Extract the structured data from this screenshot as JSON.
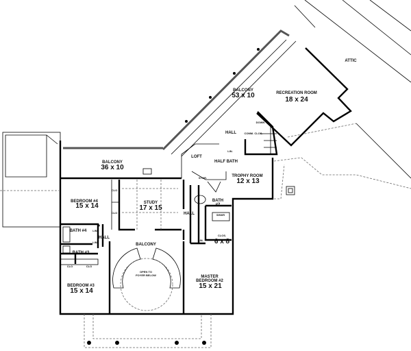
{
  "rooms": {
    "attic": {
      "name": "ATTIC"
    },
    "balcony_upper": {
      "name": "BALCONY",
      "size": "53 x 10"
    },
    "recreation": {
      "name": "RECREATION ROOM",
      "size": "18 x 24"
    },
    "hall_upper": {
      "name": "HALL"
    },
    "down": {
      "name": "DOWN"
    },
    "comm_clos": {
      "name": "COMM. CLOS."
    },
    "loft": {
      "name": "LOFT"
    },
    "half_bath": {
      "name": "HALF BATH"
    },
    "lin_upper": {
      "name": "LIN."
    },
    "stor": {
      "name": "STOR."
    },
    "trophy": {
      "name": "TROPHY ROOM",
      "size": "12 x 13"
    },
    "balcony_left": {
      "name": "BALCONY",
      "size": "36 x 10"
    },
    "bedroom4": {
      "name": "BEDROOM #4",
      "size": "15 x 14"
    },
    "clo_a": {
      "name": "CLO"
    },
    "clo_b": {
      "name": "CLO"
    },
    "study": {
      "name": "STUDY",
      "size": "17 x 15"
    },
    "hall_mid": {
      "name": "HALL"
    },
    "bath2": {
      "name": "BATH",
      "num": "#2"
    },
    "shwr": {
      "name": "SHWR"
    },
    "clos_master": {
      "name": "CLOS.",
      "size": "6 x 8"
    },
    "lin_master": {
      "name": "LIN."
    },
    "bath4": {
      "name": "BATH #4"
    },
    "lin_a": {
      "name": "LIN."
    },
    "lin_b": {
      "name": "LIN."
    },
    "hall_left": {
      "name": "HALL"
    },
    "bath3": {
      "name": "BATH #3"
    },
    "clo_c": {
      "name": "CLO"
    },
    "clo_d": {
      "name": "CLO"
    },
    "balcony_stair": {
      "name": "BALCONY"
    },
    "open_foyer": {
      "line1": "OPEN TO",
      "line2": "FOYER BELOW"
    },
    "bedroom3": {
      "name": "BEDROOM #3",
      "size": "15 x 14"
    },
    "master": {
      "line1": "MASTER",
      "line2": "BEDROOM #2",
      "size": "15 x 21"
    }
  }
}
